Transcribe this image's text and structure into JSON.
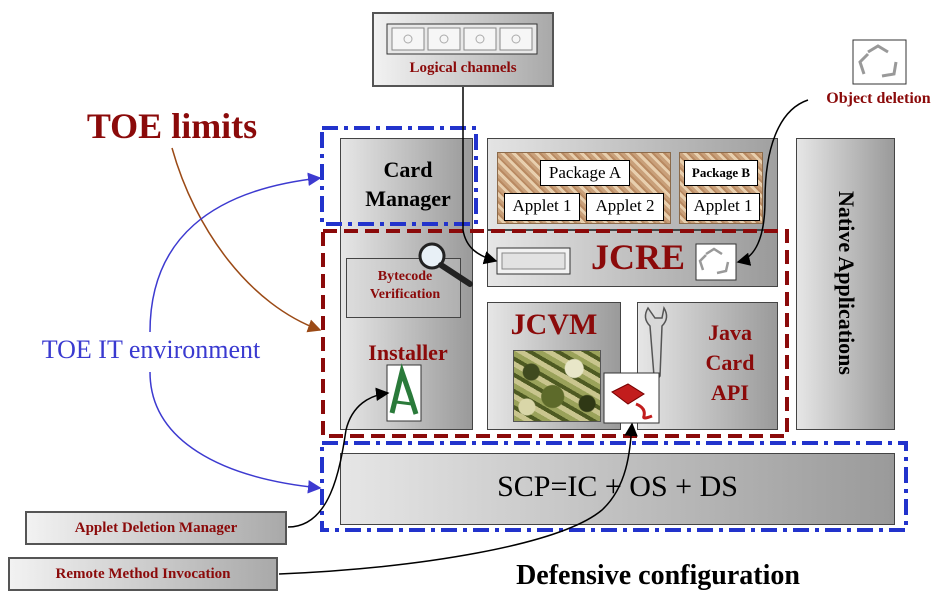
{
  "labels": {
    "toe_limits": "TOE limits",
    "toe_it_environment": "TOE IT environment",
    "defensive_configuration": "Defensive configuration",
    "card_manager": "Card Manager",
    "native_applications": "Native Applications",
    "package_a": "Package A",
    "package_b": "Package B",
    "applet_1a": "Applet 1",
    "applet_2": "Applet 2",
    "applet_1b": "Applet 1",
    "jcre": "JCRE",
    "bytecode_verification": "Bytecode Verification",
    "installer": "Installer",
    "jcvm": "JCVM",
    "java_card_api": "Java Card API",
    "scp": "SCP=IC + OS + DS",
    "logical_channels": "Logical channels",
    "object_deletion": "Object deletion",
    "applet_deletion_manager": "Applet Deletion Manager",
    "remote_method_invocation": "Remote Method Invocation"
  },
  "colors": {
    "toe_boundary": "#8b0a0a",
    "it_environment_boundary": "#2233cc",
    "toe_text": "#8b0a0a",
    "env_text": "#3a3ad0",
    "arrow_brown": "#9b4a16",
    "arrow_blue": "#3d3ad0"
  },
  "icons": [
    "recycle-icon",
    "magnifier-icon",
    "certificate-icon",
    "camouflage-texture",
    "remote-device-icon",
    "tool-icon",
    "channel-slots-icon"
  ]
}
